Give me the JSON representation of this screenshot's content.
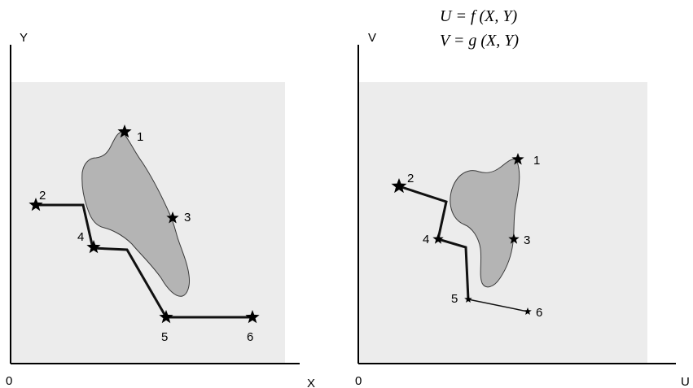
{
  "equations": {
    "u": "U = f (X, Y)",
    "v": "V = g (X, Y)"
  },
  "left_panel": {
    "y_axis_label": "Y",
    "x_axis_label": "X",
    "origin_label": "0",
    "points": [
      {
        "id": "1",
        "label": "1"
      },
      {
        "id": "2",
        "label": "2"
      },
      {
        "id": "3",
        "label": "3"
      },
      {
        "id": "4",
        "label": "4"
      },
      {
        "id": "5",
        "label": "5"
      },
      {
        "id": "6",
        "label": "6"
      }
    ]
  },
  "right_panel": {
    "y_axis_label": "V",
    "x_axis_label": "U",
    "origin_label": "0",
    "points": [
      {
        "id": "1",
        "label": "1"
      },
      {
        "id": "2",
        "label": "2"
      },
      {
        "id": "3",
        "label": "3"
      },
      {
        "id": "4",
        "label": "4"
      },
      {
        "id": "5",
        "label": "5"
      },
      {
        "id": "6",
        "label": "6"
      }
    ]
  },
  "colors": {
    "background_area": "#ececec",
    "shape_fill": "#b4b4b4",
    "shape_stroke": "#3a3a3a",
    "line": "#111111"
  }
}
